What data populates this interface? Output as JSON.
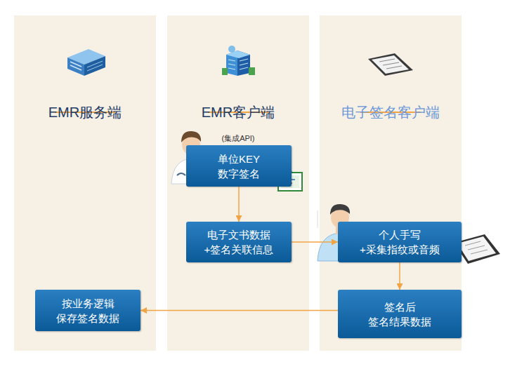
{
  "diagram": {
    "nodes": [
      {
        "text": [
          "EMR服务端"
        ]
      },
      {
        "text": [
          "EMR客户端",
          "(集成API)"
        ]
      },
      {
        "text": [
          "电子签名客户端"
        ]
      },
      {
        "text": [
          "单位KEY 数字签名"
        ],
        "in": 1
      },
      {
        "text": [
          "电子文书数据 +签名关联信息"
        ],
        "in": 1
      },
      {
        "text": [
          "个人手写 +采集指纹或音频"
        ],
        "in": 2
      },
      {
        "text": [
          "签名后 签名结果数据"
        ],
        "in": 2
      },
      {
        "text": [
          "按业务逻辑 保存签名数据"
        ],
        "in": 0
      }
    ],
    "edges": [
      {
        "from": 3,
        "to": 4,
        "arrow": "to"
      },
      {
        "from": 4,
        "to": 5,
        "arrow": "to"
      },
      {
        "from": 5,
        "to": 6,
        "arrow": "to"
      },
      {
        "from": 6,
        "to": 7,
        "arrow": "to"
      }
    ]
  }
}
